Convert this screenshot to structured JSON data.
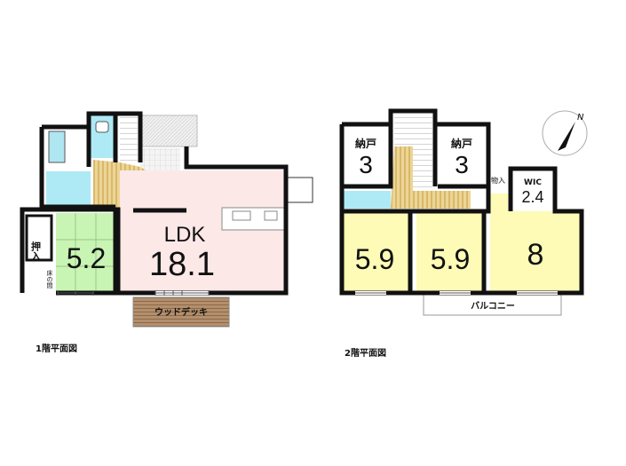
{
  "floor1": {
    "caption": "1階平面図",
    "ldk_label": "LDK",
    "ldk_size": "18.1",
    "washitsu_size": "5.2",
    "oshiire": "押入",
    "tokonoma": "床の間",
    "deck": "ウッドデッキ"
  },
  "floor2": {
    "caption": "2階平面図",
    "storage_left_label": "納戸",
    "storage_left_size": "3",
    "storage_right_label": "納戸",
    "storage_right_size": "3",
    "closet": "物入",
    "wic_label": "WIC",
    "wic_size": "2.4",
    "room_a_size": "5.9",
    "room_b_size": "5.9",
    "room_c_size": "8",
    "balcony": "バルコニー"
  },
  "compass": {
    "label": "N"
  },
  "colors": {
    "ldk": "#fde8e8",
    "washitsu": "#c8f5b4",
    "wet": "#aeeaf5",
    "room": "#fdfbb6",
    "wood": "#e9cf8a",
    "deck": "#a88462"
  }
}
